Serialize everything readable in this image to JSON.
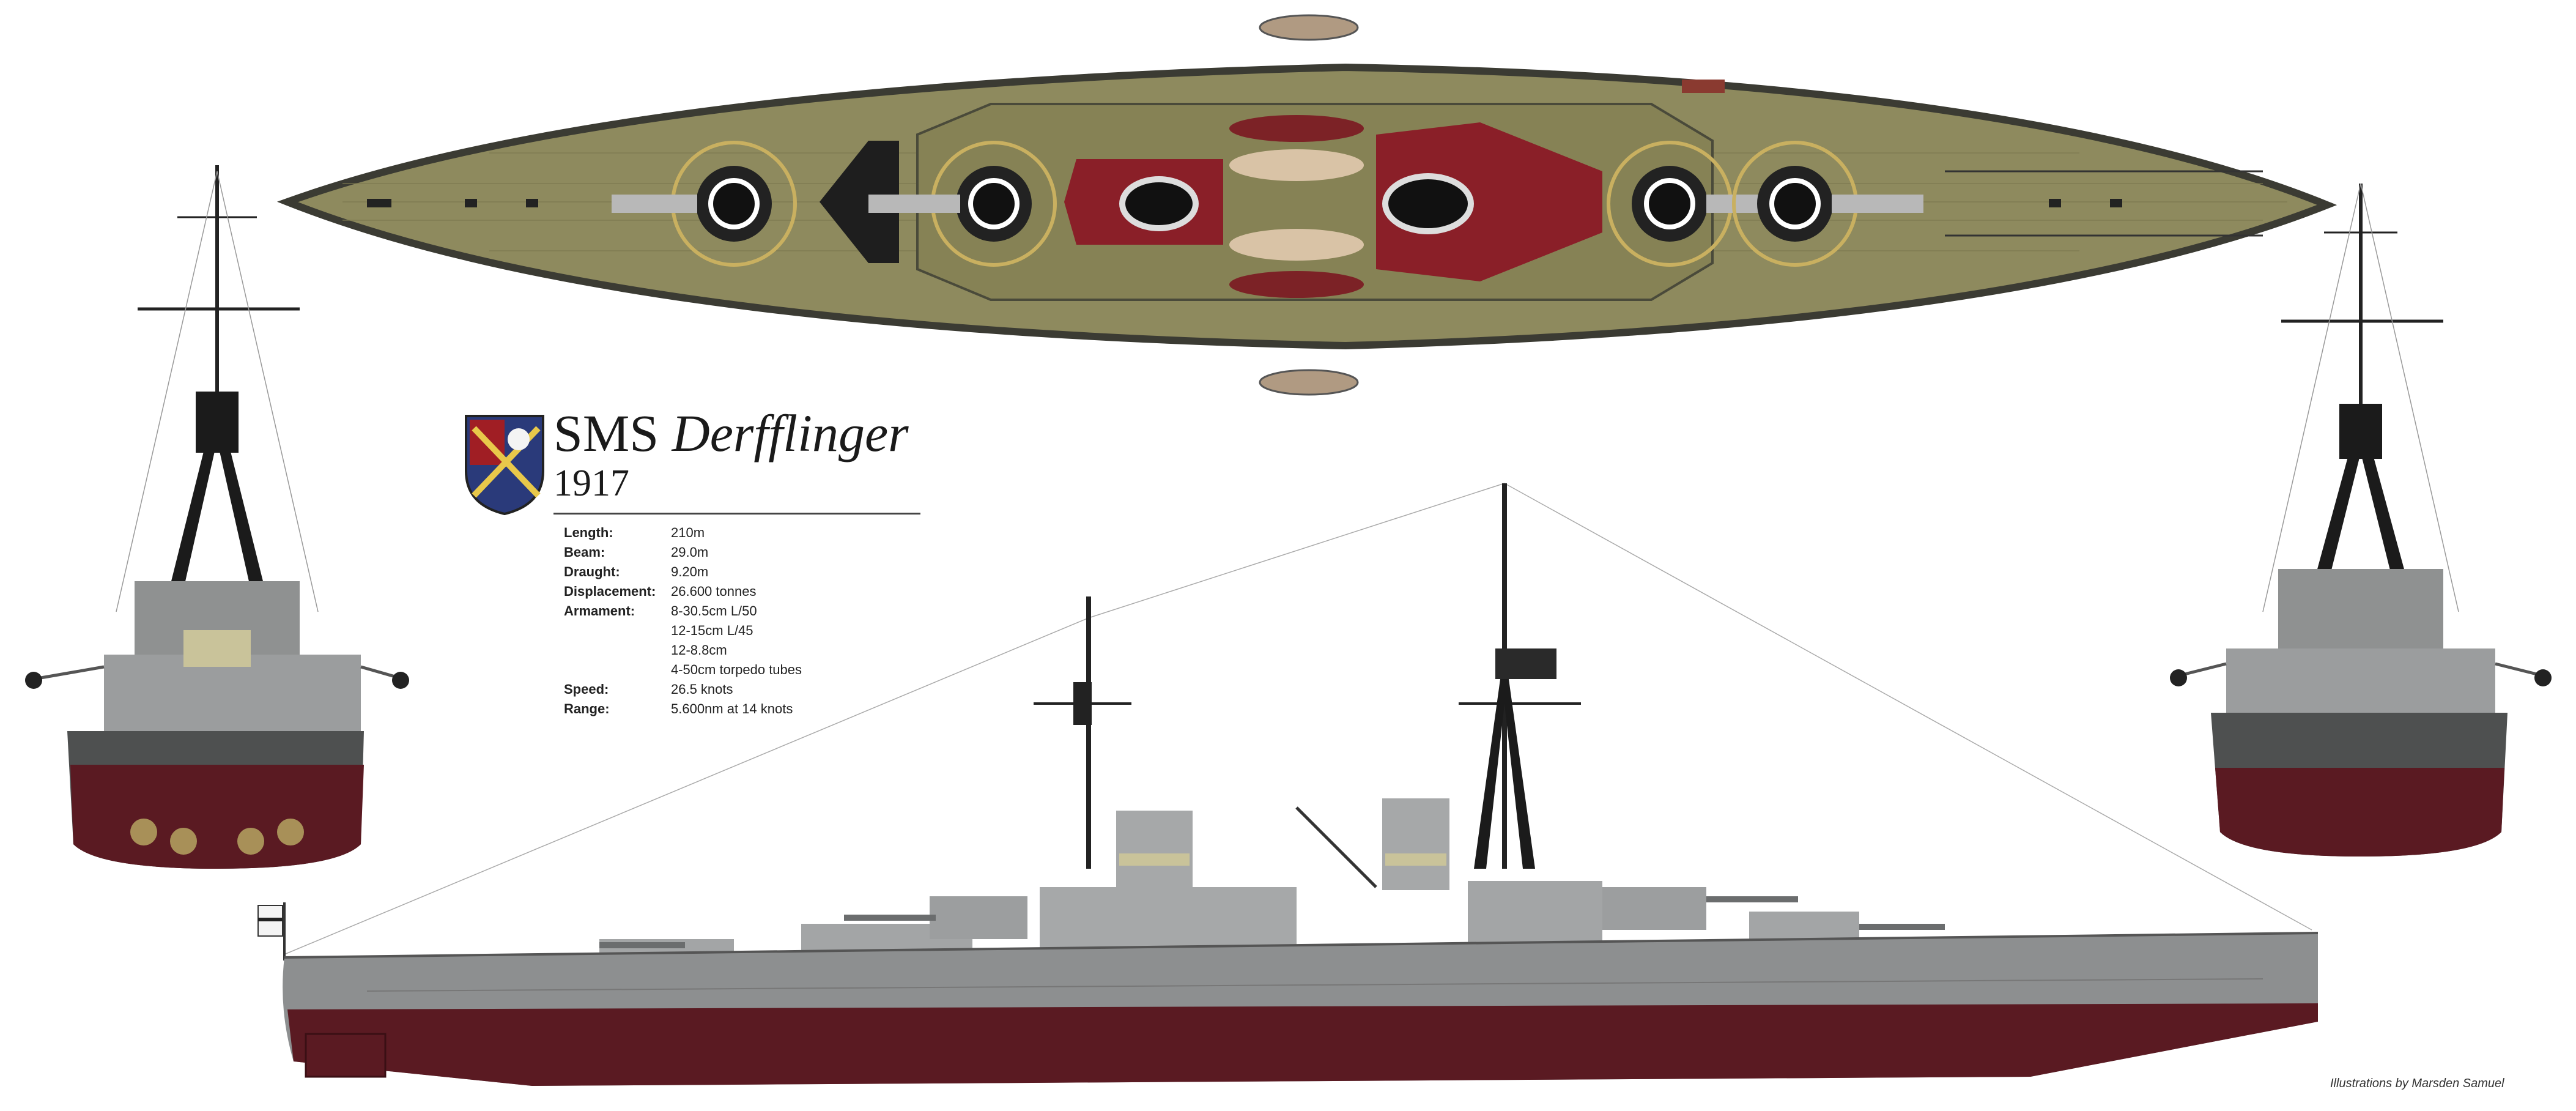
{
  "title": {
    "ship_prefix": "SMS",
    "ship_name": "Derfflinger",
    "year": "1917"
  },
  "specs": [
    {
      "label": "Length:",
      "value": "210m"
    },
    {
      "label": "Beam:",
      "value": "29.0m"
    },
    {
      "label": "Draught:",
      "value": "9.20m"
    },
    {
      "label": "Displacement:",
      "value": "26.600 tonnes"
    },
    {
      "label": "Armament:",
      "value": "8-30.5cm L/50"
    },
    {
      "label": "",
      "value": "12-15cm L/45"
    },
    {
      "label": "",
      "value": "12-8.8cm"
    },
    {
      "label": "",
      "value": "4-50cm torpedo tubes"
    },
    {
      "label": "Speed:",
      "value": "26.5 knots"
    },
    {
      "label": "Range:",
      "value": "5.600nm at 14 knots"
    }
  ],
  "credit": "Illustrations by Marsden Samuel",
  "colors": {
    "deck": "#8e8a5e",
    "hull_grey": "#8d8f90",
    "hull_red": "#5a1a22",
    "deck_red": "#8a1f28",
    "turret": "#3a3a3a",
    "ring": "#c9b060"
  }
}
